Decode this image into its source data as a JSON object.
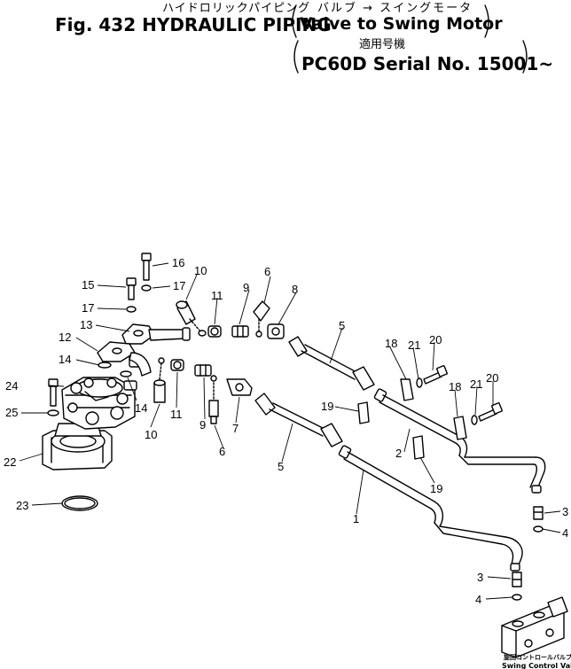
{
  "header": {
    "jp_title": "ハイドロリックパイピング",
    "en_title": "Fig. 432 HYDRAULIC PIPING",
    "jp_route": "バルブ → スイングモータ",
    "en_route": "Valve to Swing Motor",
    "jp_model_label": "適用号機",
    "en_serial": "PC60D Serial No. 15001~"
  },
  "caption": {
    "jp": "旋回コントロールバルブ",
    "en": "Swing Control Valve"
  },
  "callouts": [
    "1",
    "2",
    "3",
    "4",
    "5",
    "6",
    "7",
    "8",
    "9",
    "10",
    "11",
    "12",
    "13",
    "14",
    "15",
    "16",
    "17",
    "18",
    "19",
    "20",
    "21",
    "22",
    "23",
    "24",
    "25"
  ]
}
